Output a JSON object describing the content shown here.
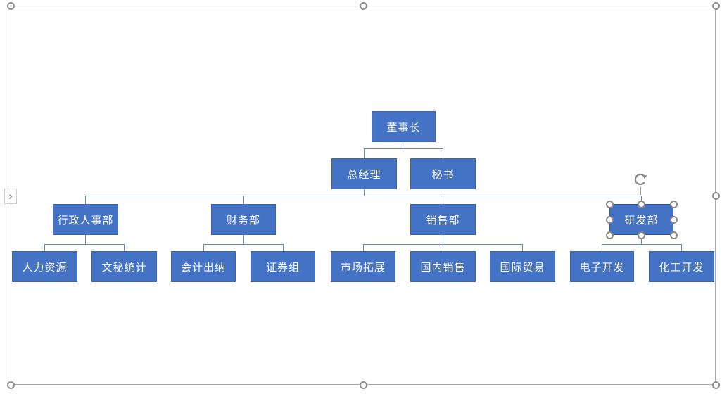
{
  "diagram": {
    "type": "org-chart",
    "nodes": [
      {
        "label": "董事长"
      },
      {
        "label": "总经理"
      },
      {
        "label": "秘书"
      },
      {
        "label": "行政人事部"
      },
      {
        "label": "财务部"
      },
      {
        "label": "销售部"
      },
      {
        "label": "研发部",
        "selected": true
      },
      {
        "label": "人力资源"
      },
      {
        "label": "文秘统计"
      },
      {
        "label": "会计出纳"
      },
      {
        "label": "证券组"
      },
      {
        "label": "市场拓展"
      },
      {
        "label": "国内销售"
      },
      {
        "label": "国际贸易"
      },
      {
        "label": "电子开发"
      },
      {
        "label": "化工开发"
      }
    ],
    "hierarchy": {
      "董事长": [
        "总经理",
        "秘书"
      ],
      "总经理": [
        "行政人事部",
        "财务部",
        "销售部",
        "研发部"
      ],
      "行政人事部": [
        "人力资源",
        "文秘统计"
      ],
      "财务部": [
        "会计出纳",
        "证券组"
      ],
      "销售部": [
        "市场拓展",
        "国内销售",
        "国际贸易"
      ],
      "研发部": [
        "电子开发",
        "化工开发"
      ]
    }
  },
  "selection": {
    "selected_node_label": "研发部"
  },
  "controls": {
    "text_pane_toggle_icon": "›"
  },
  "colors": {
    "node_fill": "#4472C4",
    "node_border": "#3C62A8",
    "node_text": "#FFFFFF",
    "connector": "#5E88C7",
    "frame": "#A8A8A8",
    "handle_border": "#8F8F8F",
    "background": "#FFFFFF"
  }
}
